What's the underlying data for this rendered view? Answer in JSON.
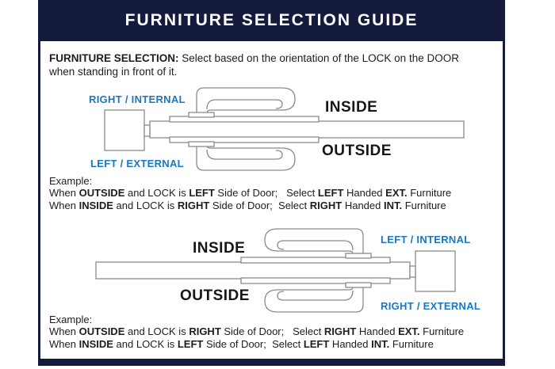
{
  "header": {
    "title": "FURNITURE SELECTION GUIDE"
  },
  "intro": {
    "label": "FURNITURE SELECTION:",
    "line1": "  Select based on the orientation of the LOCK on the DOOR",
    "line2": "when standing in front of it."
  },
  "colors": {
    "navy": "#151b3c",
    "blue": "#1878c2",
    "outline": "#8a8a8a",
    "text": "#1d1d1f"
  },
  "diagram1": {
    "labels": {
      "top_lock": "RIGHT / INTERNAL",
      "bottom_lock": "LEFT / EXTERNAL",
      "inside": "INSIDE",
      "outside": "OUTSIDE"
    }
  },
  "diagram2": {
    "labels": {
      "inside": "INSIDE",
      "outside": "OUTSIDE",
      "top_lock": "LEFT / INTERNAL",
      "bottom_lock": "RIGHT / EXTERNAL"
    }
  },
  "example1": {
    "heading": "Example:",
    "line1": [
      {
        "t": "When ",
        "b": false
      },
      {
        "t": "OUTSIDE",
        "b": true
      },
      {
        "t": " and LOCK is ",
        "b": false
      },
      {
        "t": "LEFT",
        "b": true
      },
      {
        "t": " Side of Door;   Select ",
        "b": false
      },
      {
        "t": "LEFT",
        "b": true
      },
      {
        "t": " Handed ",
        "b": false
      },
      {
        "t": "EXT.",
        "b": true
      },
      {
        "t": " Furniture",
        "b": false
      }
    ],
    "line2": [
      {
        "t": "When ",
        "b": false
      },
      {
        "t": "INSIDE",
        "b": true
      },
      {
        "t": " and LOCK is ",
        "b": false
      },
      {
        "t": "RIGHT",
        "b": true
      },
      {
        "t": " Side of Door;  Select ",
        "b": false
      },
      {
        "t": "RIGHT",
        "b": true
      },
      {
        "t": " Handed ",
        "b": false
      },
      {
        "t": "INT.",
        "b": true
      },
      {
        "t": " Furniture",
        "b": false
      }
    ]
  },
  "example2": {
    "heading": "Example:",
    "line1": [
      {
        "t": "When ",
        "b": false
      },
      {
        "t": "OUTSIDE",
        "b": true
      },
      {
        "t": " and LOCK is ",
        "b": false
      },
      {
        "t": "RIGHT",
        "b": true
      },
      {
        "t": " Side of Door;   Select ",
        "b": false
      },
      {
        "t": "RIGHT",
        "b": true
      },
      {
        "t": " Handed ",
        "b": false
      },
      {
        "t": "EXT.",
        "b": true
      },
      {
        "t": " Furniture",
        "b": false
      }
    ],
    "line2": [
      {
        "t": "When ",
        "b": false
      },
      {
        "t": "INSIDE",
        "b": true
      },
      {
        "t": " and LOCK is ",
        "b": false
      },
      {
        "t": "LEFT",
        "b": true
      },
      {
        "t": " Side of Door;  Select ",
        "b": false
      },
      {
        "t": "LEFT",
        "b": true
      },
      {
        "t": " Handed ",
        "b": false
      },
      {
        "t": "INT.",
        "b": true
      },
      {
        "t": " Furniture",
        "b": false
      }
    ]
  }
}
